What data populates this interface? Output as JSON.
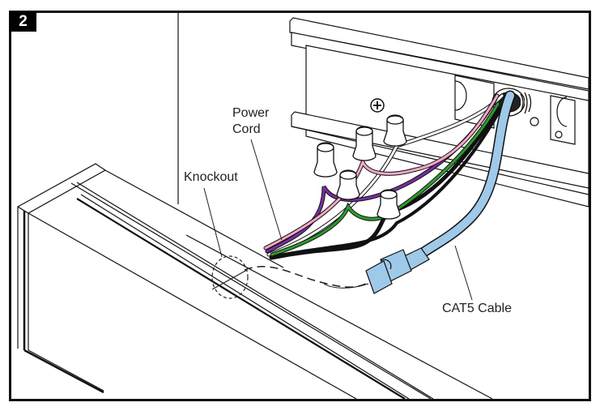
{
  "step": {
    "number": "2"
  },
  "labels": {
    "power_cord_line1": "Power",
    "power_cord_line2": "Cord",
    "knockout": "Knockout",
    "cat5_cable": "CAT5 Cable"
  },
  "colors": {
    "wire_purple": "#7a2ea0",
    "wire_pink": "#f0a8c8",
    "wire_green": "#2e9a2e",
    "wire_black": "#111111",
    "wire_white": "#ffffff",
    "cat5_blue": "#9fc9e8",
    "outline": "#111111"
  }
}
